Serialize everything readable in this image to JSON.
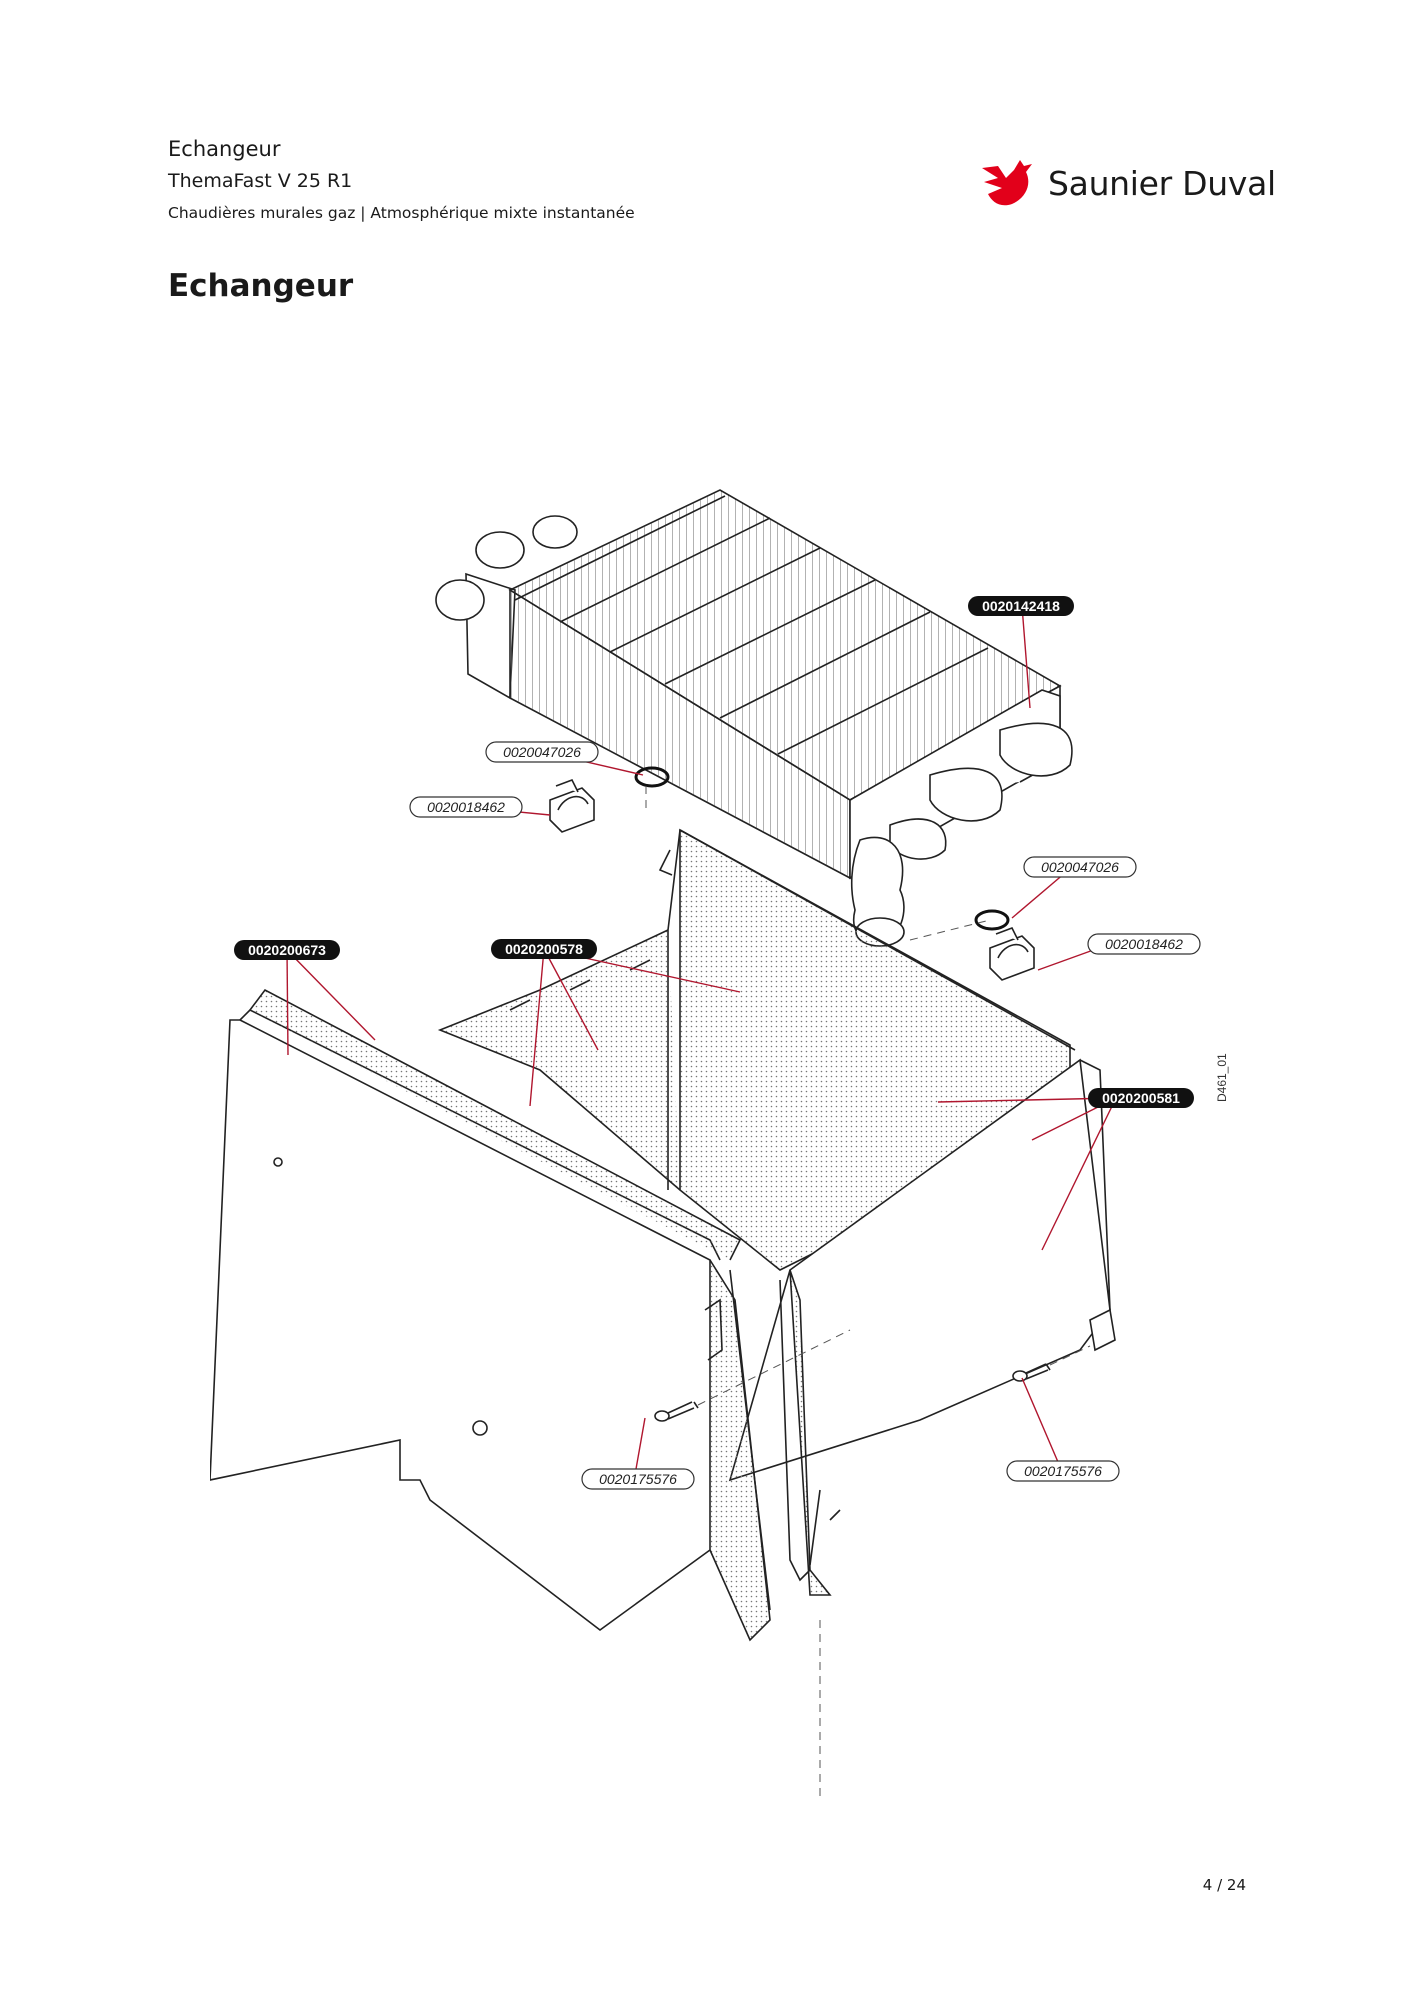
{
  "header": {
    "line1": "Echangeur",
    "line2": "ThemaFast V 25 R1",
    "line3": "Chaudières murales gaz | Atmosphérique mixte instantanée"
  },
  "brand": {
    "name": "Saunier Duval",
    "logo_icon": "red-bird-logo",
    "color": "#e2001a"
  },
  "page_title": "Echangeur",
  "diagram": {
    "drawing_code": "D461_01",
    "labels": {
      "heat_exchanger": "0020142418",
      "o_ring_left": "0020047026",
      "clip_left": "0020018462",
      "o_ring_right": "0020047026",
      "clip_right": "0020018462",
      "panel_front_left": "0020200673",
      "panel_rear": "0020200578",
      "panel_side_right": "0020200581",
      "screw_left": "0020175576",
      "screw_right": "0020175576"
    }
  },
  "footer": {
    "page": "4 / 24"
  }
}
